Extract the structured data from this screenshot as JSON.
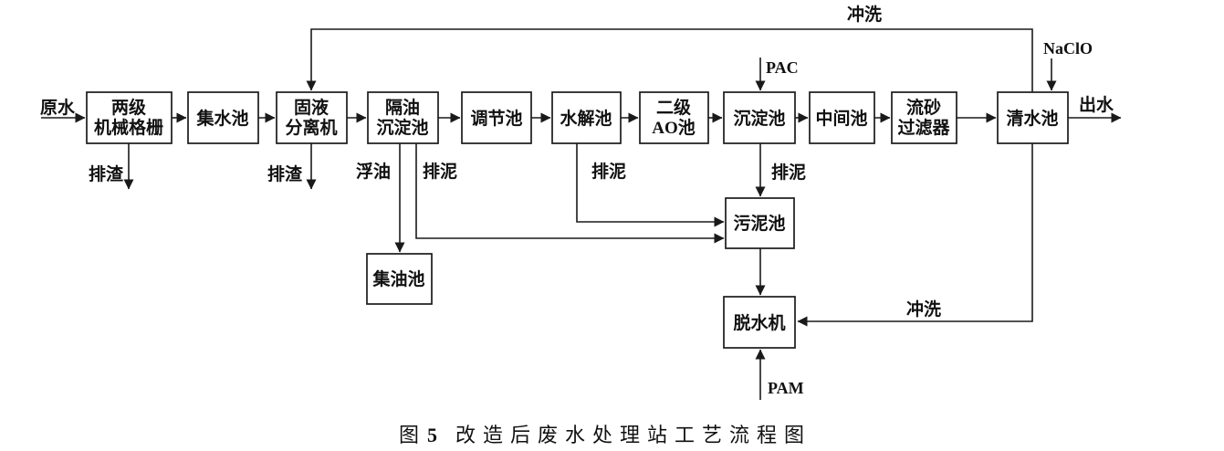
{
  "figure": {
    "caption": {
      "fig": "图",
      "num": "5",
      "title": "改造后废水处理站工艺流程图"
    }
  },
  "nodes": {
    "bar_screen": {
      "line1": "两级",
      "line2": "机械格栅"
    },
    "collecting_tank": {
      "label": "集水池"
    },
    "solid_liquid_separator": {
      "line1": "固液",
      "line2": "分离机"
    },
    "oil_separation_tank": {
      "line1": "隔油",
      "line2": "沉淀池"
    },
    "regulating_tank": {
      "label": "调节池"
    },
    "hydrolysis_tank": {
      "label": "水解池"
    },
    "ao_tank": {
      "line1": "二级",
      "line2": "AO池"
    },
    "sedimentation_tank": {
      "label": "沉淀池"
    },
    "intermediate_tank": {
      "label": "中间池"
    },
    "sand_filter": {
      "line1": "流砂",
      "line2": "过滤器"
    },
    "clear_water_tank": {
      "label": "清水池"
    },
    "oil_collecting_tank": {
      "label": "集油池"
    },
    "sludge_tank": {
      "label": "污泥池"
    },
    "dewatering_machine": {
      "label": "脱水机"
    }
  },
  "flows": {
    "raw_water": "原水",
    "out_water": "出水",
    "slag_left": "排渣",
    "slag_mid": "排渣",
    "floating_oil": "浮油",
    "sludge_from_oil_tank": "排泥",
    "sludge_from_hydrolysis": "排泥",
    "sludge_from_sedimentation": "排泥",
    "pac": "PAC",
    "naclo": "NaClO",
    "pam": "PAM",
    "flush_top": "冲洗",
    "flush_bottom": "冲洗"
  }
}
